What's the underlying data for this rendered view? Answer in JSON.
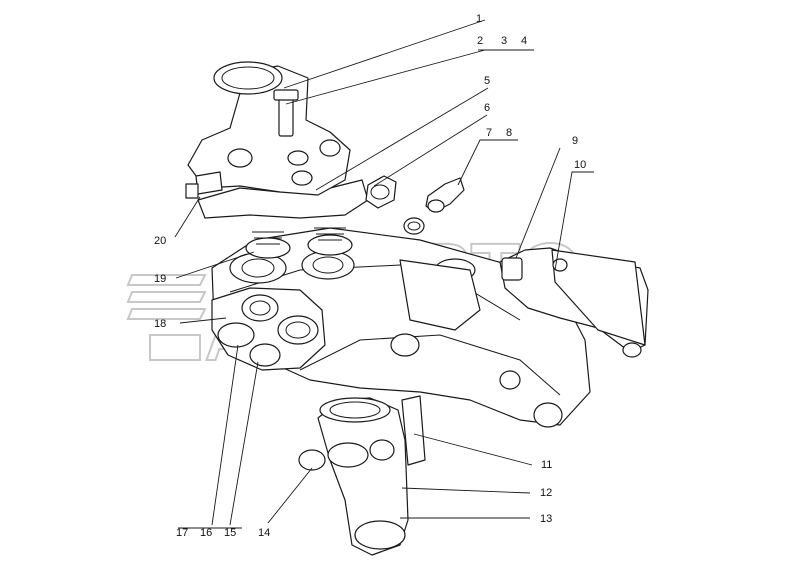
{
  "diagram": {
    "callouts": [
      "1",
      "2",
      "3",
      "4",
      "5",
      "6",
      "7",
      "8",
      "9",
      "10",
      "11",
      "12",
      "13",
      "14",
      "15",
      "16",
      "17",
      "18",
      "19",
      "20"
    ]
  },
  "watermark": {
    "line1": "АВТО",
    "line2": "АЛЬЯНС"
  }
}
